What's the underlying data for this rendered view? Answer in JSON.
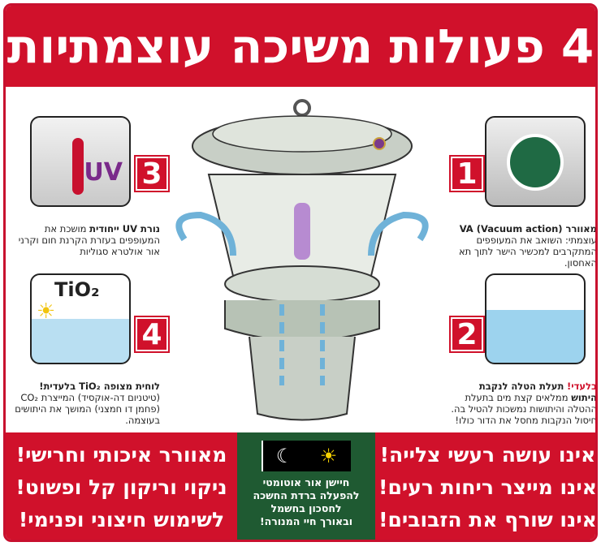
{
  "title": "4 פעולות משיכה עוצמתיות",
  "features": [
    {
      "number": "1",
      "title": "מאוורר VA (Vacuum action)",
      "text": "עוצמתי: השואב את המעופפים המתקרבים למכשיר הישר לתוך תא האחסון."
    },
    {
      "number": "2",
      "highlight": "בלעדי!",
      "title": "תעלת הטלה לנקבת היתוש",
      "text": "ממלאים קצת מים בתעלת ההטלה והיתושות נמשכות להטיל בה. חיסול הנקבות מחסל את הדור כולו!"
    },
    {
      "number": "3",
      "title": "נורת UV ייחודית",
      "text": "מושכת את המעופפים בעזרת הקרנת חום וקרני אור אולטרא סגוליות",
      "card_label": "UV"
    },
    {
      "number": "4",
      "title": "לוחית מצופה TiO₂ בלעדית!",
      "text": "(טיטניום דה-אוקסיד) המייצרת CO₂ (פחמן דו חמצני) המושך את היתושים בעוצמה.",
      "card_label": "TiO₂"
    }
  ],
  "bottom_left": [
    "מאוורר איכותי וחרישי!",
    "ניקוי וריקון קל ופשוט!",
    "לשימוש חיצוני ופנימי!"
  ],
  "bottom_right": [
    "אינו עושה רעשי צלייה!",
    "אינו מייצר ריחות רעים!",
    "אינו שורף את הזבובים!"
  ],
  "sensor": {
    "icons": [
      "sun-icon",
      "moon-icon"
    ],
    "sun": "☀",
    "moon": "☾",
    "lines": [
      "חיישן אור אוטומטי",
      "להפעלה ברדת החשכה",
      "לחסכון בחשמל",
      "ובאורך חיי המנורה!"
    ]
  },
  "colors": {
    "red": "#d0112b",
    "green": "#1f5a32"
  }
}
